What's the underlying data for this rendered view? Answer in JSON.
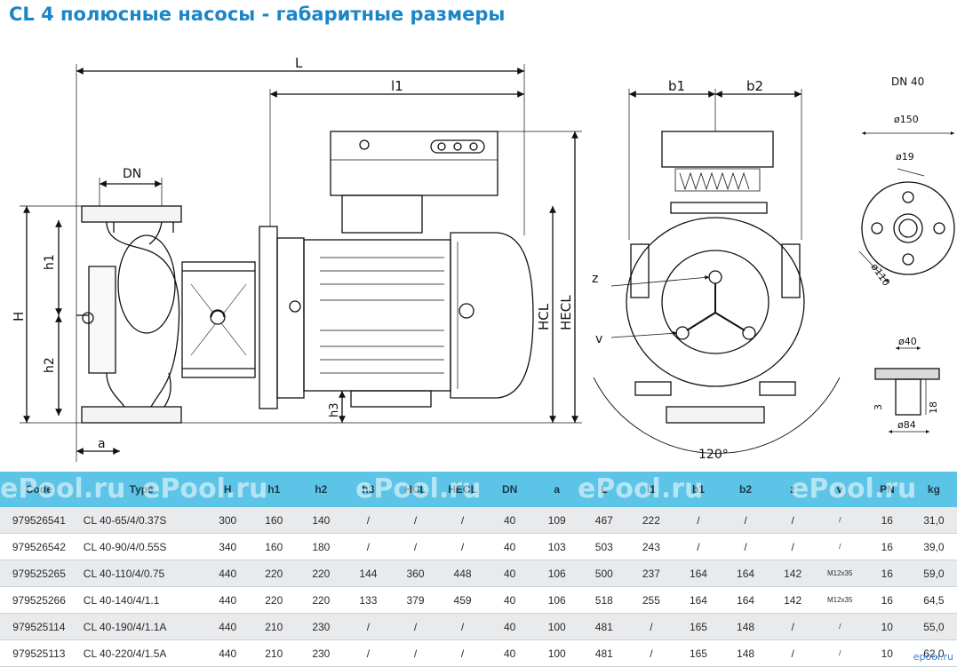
{
  "title": "CL 4 полюсные насосы - габаритные размеры",
  "drawing": {
    "labels": {
      "L": "L",
      "l1": "l1",
      "DN": "DN",
      "h1": "h1",
      "H": "H",
      "h2": "h2",
      "h3": "h3",
      "a": "a",
      "HCL": "HCL",
      "HECL": "HECL",
      "b1": "b1",
      "b2": "b2",
      "z": "z",
      "v": "v",
      "angle": "120°",
      "dn40": "DN 40",
      "d150": "ø150",
      "d19": "ø19",
      "d110": "ø110",
      "d40": "ø40",
      "d84": "ø84",
      "dim3": "3",
      "dim18": "18"
    }
  },
  "table": {
    "headers": [
      "Code",
      "Type",
      "H",
      "h1",
      "h2",
      "h3",
      "HCL",
      "HECL",
      "DN",
      "a",
      "L",
      "l1",
      "b1",
      "b2",
      "z",
      "v",
      "PN",
      "kg"
    ],
    "rows": [
      [
        "979526541",
        "CL 40-65/4/0.37S",
        "300",
        "160",
        "140",
        "/",
        "/",
        "/",
        "40",
        "109",
        "467",
        "222",
        "/",
        "/",
        "/",
        "/",
        "16",
        "31,0"
      ],
      [
        "979526542",
        "CL 40-90/4/0.55S",
        "340",
        "160",
        "180",
        "/",
        "/",
        "/",
        "40",
        "103",
        "503",
        "243",
        "/",
        "/",
        "/",
        "/",
        "16",
        "39,0"
      ],
      [
        "979525265",
        "CL 40-110/4/0.75",
        "440",
        "220",
        "220",
        "144",
        "360",
        "448",
        "40",
        "106",
        "500",
        "237",
        "164",
        "164",
        "142",
        "M12x35",
        "16",
        "59,0"
      ],
      [
        "979525266",
        "CL 40-140/4/1.1",
        "440",
        "220",
        "220",
        "133",
        "379",
        "459",
        "40",
        "106",
        "518",
        "255",
        "164",
        "164",
        "142",
        "M12x35",
        "16",
        "64,5"
      ],
      [
        "979525114",
        "CL 40-190/4/1.1A",
        "440",
        "210",
        "230",
        "/",
        "/",
        "/",
        "40",
        "100",
        "481",
        "/",
        "165",
        "148",
        "/",
        "/",
        "10",
        "55,0"
      ],
      [
        "979525113",
        "CL 40-220/4/1.5A",
        "440",
        "210",
        "230",
        "/",
        "/",
        "/",
        "40",
        "100",
        "481",
        "/",
        "165",
        "148",
        "/",
        "/",
        "10",
        "62,0"
      ]
    ]
  },
  "watermark": "ePool.ru",
  "corner_mark": "epool.ru",
  "colors": {
    "title": "#1a86c8",
    "header_bg": "#5cc4e6",
    "row_alt": "#e9eaec"
  }
}
